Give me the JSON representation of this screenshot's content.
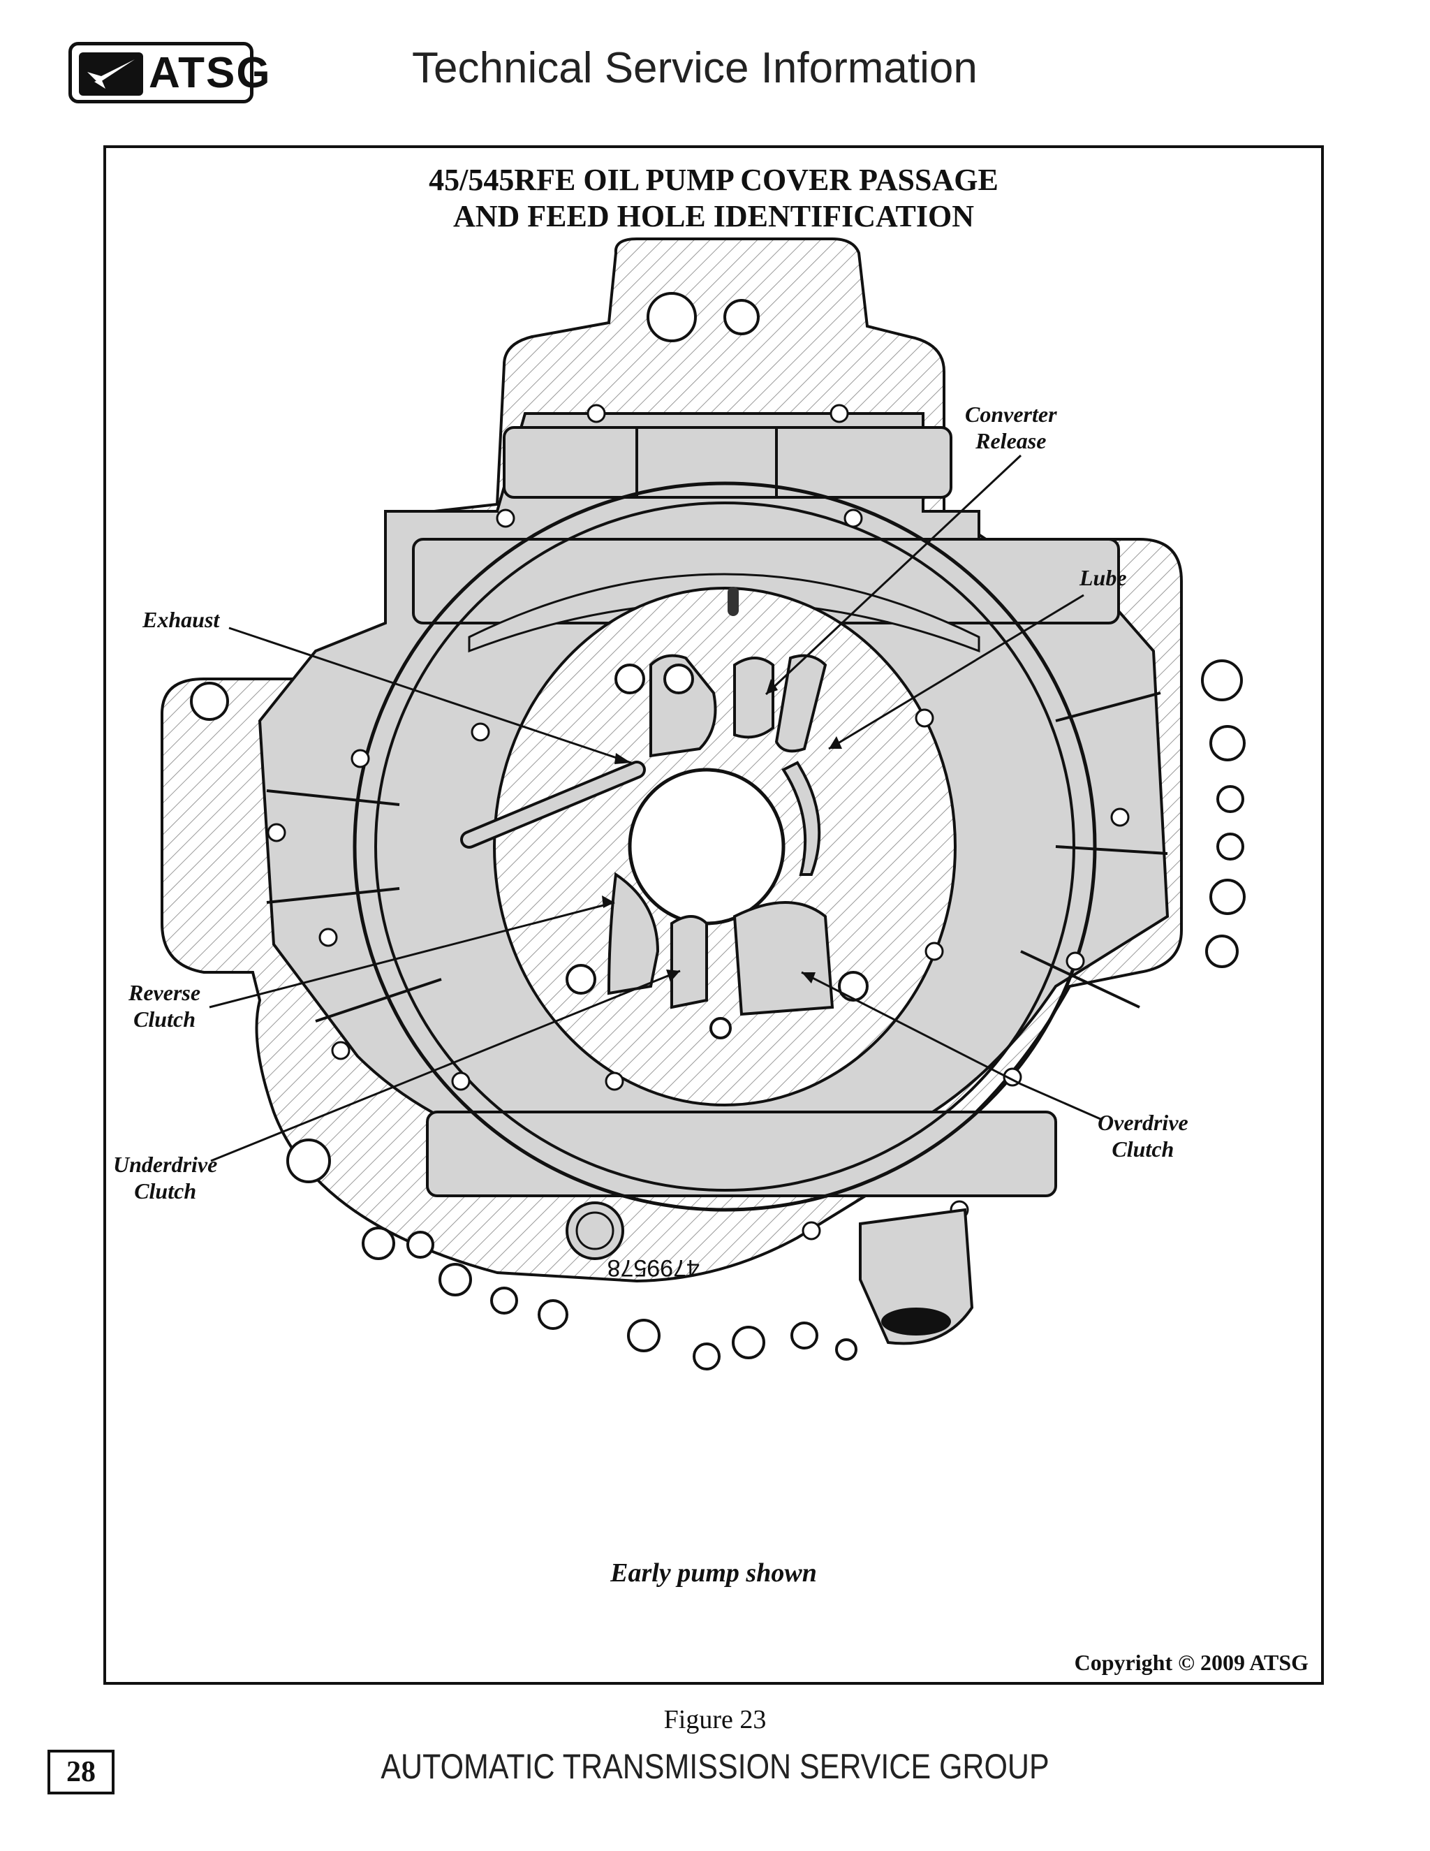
{
  "header": {
    "logo_text": "ATSG",
    "title": "Technical Service Information"
  },
  "figure": {
    "title_line1": "45/545RFE OIL PUMP COVER PASSAGE",
    "title_line2": "AND FEED HOLE IDENTIFICATION",
    "part_number": "4799578",
    "callouts": {
      "converter_release": [
        "Converter",
        "Release"
      ],
      "lube": "Lube",
      "exhaust": "Exhaust",
      "reverse_clutch": [
        "Reverse",
        "Clutch"
      ],
      "underdrive_clutch": [
        "Underdrive",
        "Clutch"
      ],
      "overdrive_clutch": [
        "Overdrive",
        "Clutch"
      ]
    },
    "caption": "Early pump shown",
    "copyright": "Copyright © 2009 ATSG"
  },
  "footer": {
    "figure_label": "Figure 23",
    "page_number": "28",
    "organization": "AUTOMATIC TRANSMISSION SERVICE GROUP"
  }
}
